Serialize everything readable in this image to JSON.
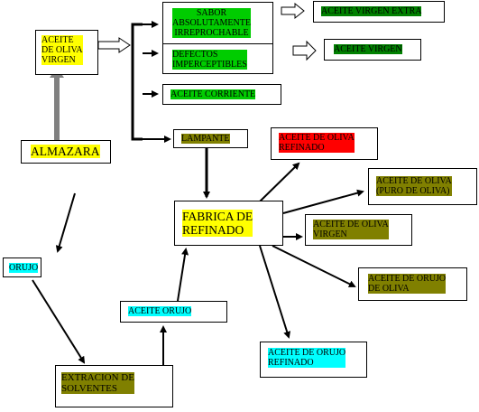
{
  "nodes": {
    "aceite_virgen_src": "ACEITE\nDE OLIVA\nVIRGEN",
    "almazara": "ALMAZARA",
    "sabor": "SABOR\nABSOLUTAMENTE\nIRREPROCHABLE",
    "defectos": "DEFECTOS\nIMPERCEPTIBLES",
    "corriente": "ACEITE CORRIENTE",
    "lampante": "LAMPANTE",
    "virgen_extra": "ACEITE VIRGEN EXTRA",
    "virgen": "ACEITE VIRGEN",
    "refinado": "ACEITE DE OLIVA\nREFINADO",
    "puro": "ACEITE DE OLIVA\n(PURO DE OLIVA)",
    "fabrica": "FABRICA DE\nREFINADO",
    "oliva_virgen": "ACEITE DE OLIVA\nVIRGEN",
    "orujo_oliva": "ACEITE DE ORUJO\nDE OLIVA",
    "orujo": "ORUJO",
    "aceite_orujo": "ACEITE ORUJO",
    "orujo_refinado": "ACEITE DE ORUJO\nREFINADO",
    "extracion": "EXTRACION DE\nSOLVENTES"
  },
  "colors": {
    "yellow": "#ffff00",
    "green": "#00cc00",
    "dark_green": "#008000",
    "olive": "#808000",
    "red": "#ff0000",
    "cyan": "#00ffff"
  }
}
